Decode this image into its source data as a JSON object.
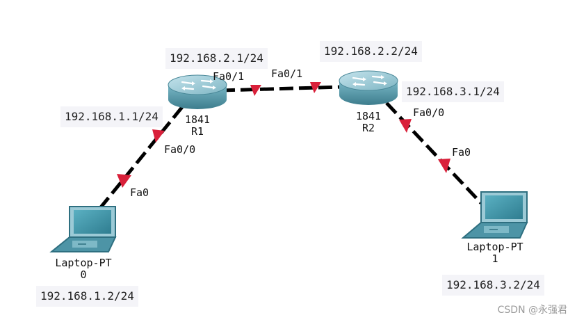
{
  "routers": {
    "r1": {
      "model": "1841",
      "name": "R1"
    },
    "r2": {
      "model": "1841",
      "name": "R2"
    }
  },
  "laptops": {
    "l0": {
      "line1": "Laptop-PT",
      "line2": "0"
    },
    "l1": {
      "line1": "Laptop-PT",
      "line2": "1"
    }
  },
  "ip_labels": {
    "r1_fa01": "192.168.2.1/24",
    "r2_fa01": "192.168.2.2/24",
    "r1_fa00": "192.168.1.1/24",
    "r2_fa00": "192.168.3.1/24",
    "laptop0": "192.168.1.2/24",
    "laptop1": "192.168.3.2/24"
  },
  "ports": {
    "r1_fa01": "Fa0/1",
    "r2_fa01": "Fa0/1",
    "r1_fa00": "Fa0/0",
    "laptop0_fa0": "Fa0",
    "r2_fa00": "Fa0/0",
    "laptop1_fa0": "Fa0"
  },
  "watermark": "CSDN @永强君",
  "colors": {
    "link": "#000000",
    "link_indicator": "#d9203a",
    "router_body": "#5fa3b3",
    "laptop_body": "#3f8fa0",
    "label_bg": "#f4f4f8"
  }
}
